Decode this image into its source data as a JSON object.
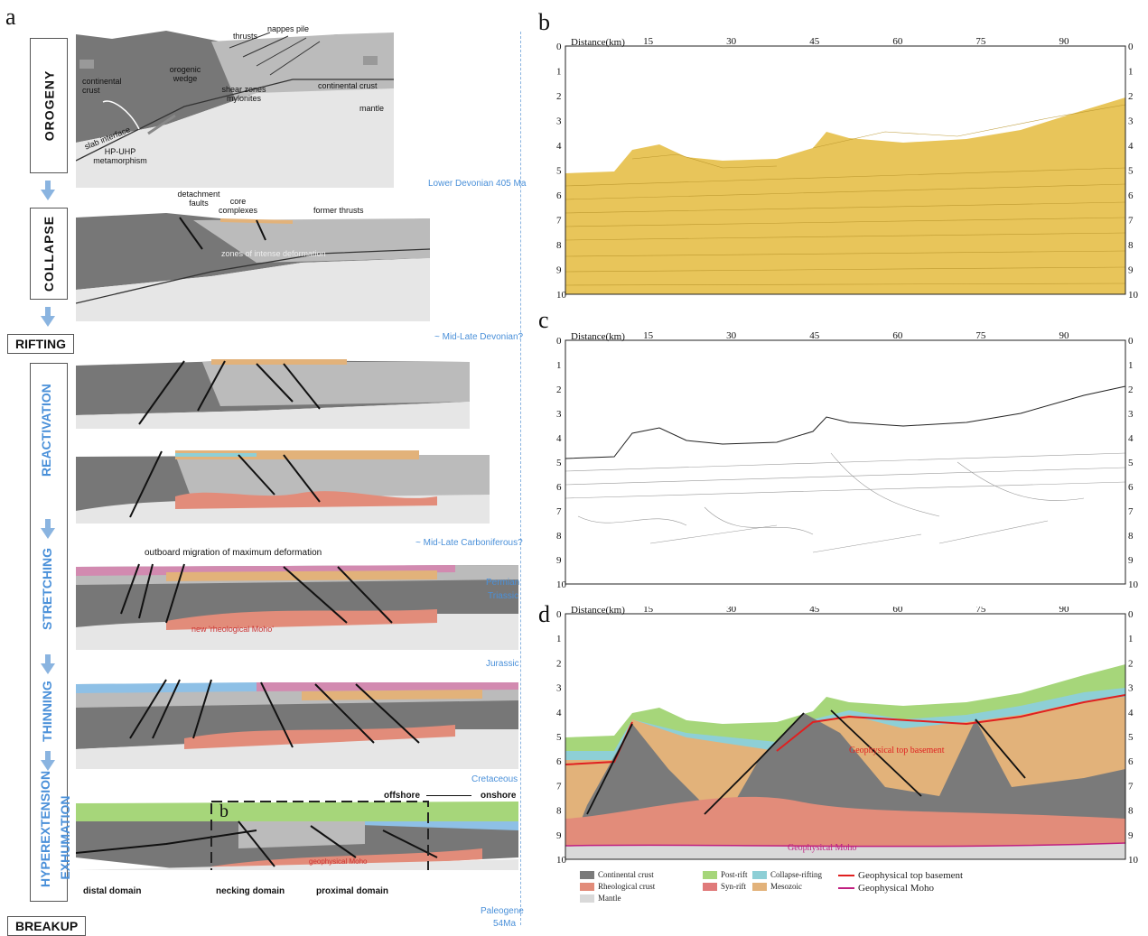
{
  "panel_letters": {
    "a": "a",
    "b": "b",
    "c": "c",
    "d": "d"
  },
  "stages": {
    "orogeny": "OROGENY",
    "collapse": "COLLAPSE",
    "rifting": "RIFTING",
    "reactivation": "REACTIVATION",
    "stretching": "STRETCHING",
    "thinning": "THINNING",
    "hyperextension": "HYPEREXTENSION",
    "exhumation": "EXHUMATION",
    "breakup": "BREAKUP"
  },
  "ages": {
    "lower_devonian": "Lower Devonian 405 Ma",
    "mid_late_devonian": "~ Mid-Late Devonian?",
    "mid_late_carboniferous": "~ Mid-Late Carboniferous?",
    "permian": "Permian",
    "triassic": "Triassic",
    "jurassic": "Jurassic",
    "cretaceous": "Cretaceous",
    "paleogene": "Paleogene",
    "paleogene_age": "54Ma"
  },
  "orogeny_labels": {
    "thrusts": "thrusts",
    "nappes": "nappes pile",
    "continental_crust_left": "continental crust",
    "orogenic_wedge": "orogenic wedge",
    "shear_zones": "shear zones mylonites",
    "continental_crust_right": "continental crust",
    "mantle": "mantle",
    "slab_interface": "slab interface",
    "hp_uhp": "HP-UHP metamorphism"
  },
  "collapse_labels": {
    "detachment": "detachment faults",
    "core": "core complexes",
    "former_thrusts": "former thrusts",
    "zones": "zones of intense deformation"
  },
  "stretching_labels": {
    "outboard": "outboard migration of maximum deformation",
    "new_moho": "new 'rheological Moho'"
  },
  "hyper_labels": {
    "offshore": "offshore",
    "onshore": "onshore",
    "b": "b",
    "distal": "distal domain",
    "necking": "necking domain",
    "proximal": "proximal domain",
    "geo_moho": "geophysical Moho"
  },
  "section_axis": {
    "title": "Distance(km)",
    "x_ticks": [
      "0",
      "15",
      "30",
      "45",
      "60",
      "75",
      "90"
    ],
    "y_ticks": [
      "0",
      "1",
      "2",
      "3",
      "4",
      "5",
      "6",
      "7",
      "8",
      "9",
      "10"
    ]
  },
  "d_labels": {
    "top_basement": "Geophysical top basement",
    "moho": "Geophysical Moho"
  },
  "legend": {
    "continental_crust": "Continental crust",
    "rheological_crust": "Rheological crust",
    "mantle": "Mantle",
    "post_rift": "Post-rift",
    "syn_rift": "Syn-rift",
    "collapse_rifting": "Collapse-rifting",
    "mesozoic": "Mesozoic",
    "top_basement_line": "Geophysical top basement",
    "moho_line": "Geophysical Moho"
  },
  "colors": {
    "crust": "#7a7a7a",
    "rheo": "#e28c7a",
    "mantle": "#d9d9d9",
    "postrift": "#a6d67a",
    "synrift": "#e07a7a",
    "collapse": "#8ecfd6",
    "mesozoic": "#e2b27a",
    "seismic": "#e8c55a",
    "red_line": "#e02020",
    "moho_line": "#c02080",
    "blue": "#4a90d9"
  }
}
